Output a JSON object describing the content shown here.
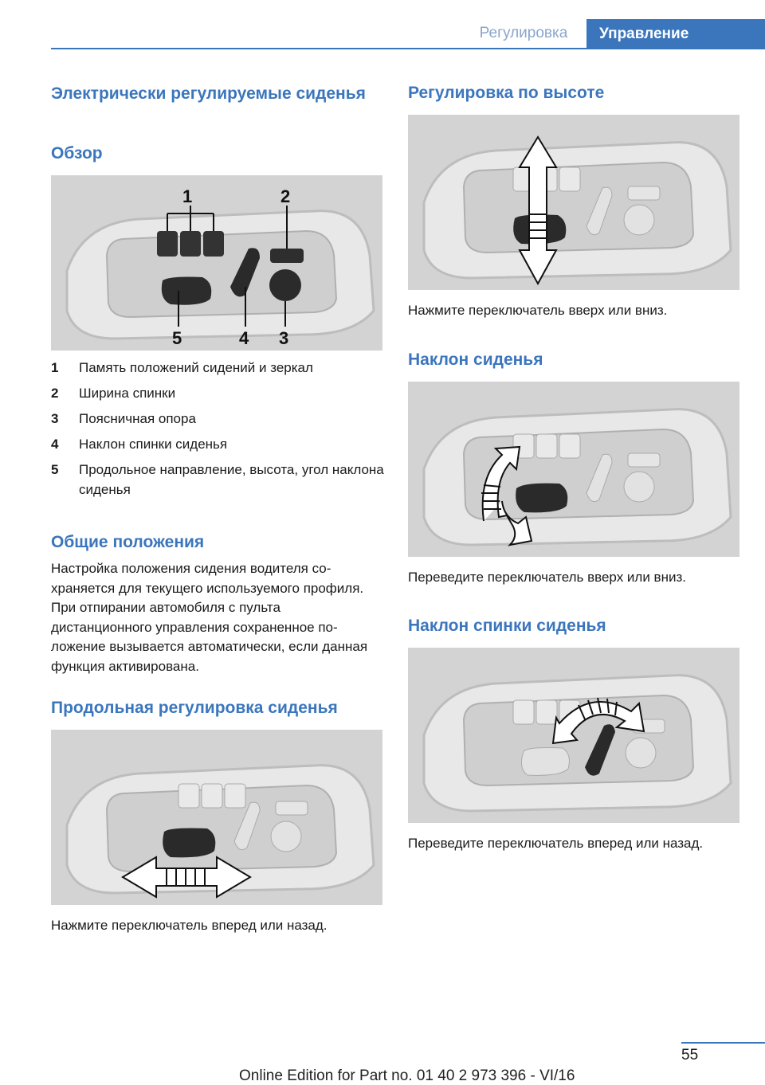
{
  "header": {
    "tab_left": "Регулировка",
    "tab_right": "Управление"
  },
  "left": {
    "title": "Электрически регулируемые сиденья",
    "overview_heading": "Обзор",
    "figure_labels": [
      "1",
      "2",
      "5",
      "4",
      "3"
    ],
    "legend": [
      {
        "num": "1",
        "text": "Память положений сидений и зеркал"
      },
      {
        "num": "2",
        "text": "Ширина спинки"
      },
      {
        "num": "3",
        "text": "Поясничная опора"
      },
      {
        "num": "4",
        "text": "Наклон спинки сиденья"
      },
      {
        "num": "5",
        "text": "Продольное направление, высота, угол наклона сиденья"
      }
    ],
    "general_heading": "Общие положения",
    "general_text": "Настройка положения сидения водителя со­храняется для текущего используемого про­филя. При отпирании автомобиля с пульта дистанционного управления сохраненное по­ложение вызывается автоматически, если данная функция активирована.",
    "longitudinal_heading": "Продольная регулировка сиденья",
    "longitudinal_caption": "Нажмите переключатель вперед или назад."
  },
  "right": {
    "height_heading": "Регулировка по высоте",
    "height_caption": "Нажмите переключатель вверх или вниз.",
    "tilt_heading": "Наклон сиденья",
    "tilt_caption": "Переведите переключатель вверх или вниз.",
    "backrest_heading": "Наклон спинки сиденья",
    "backrest_caption": "Переведите переключатель вперед или на­зад."
  },
  "footer": {
    "page_number": "55",
    "edition": "Online Edition for Part no. 01 40 2 973 396 - VI/16"
  }
}
